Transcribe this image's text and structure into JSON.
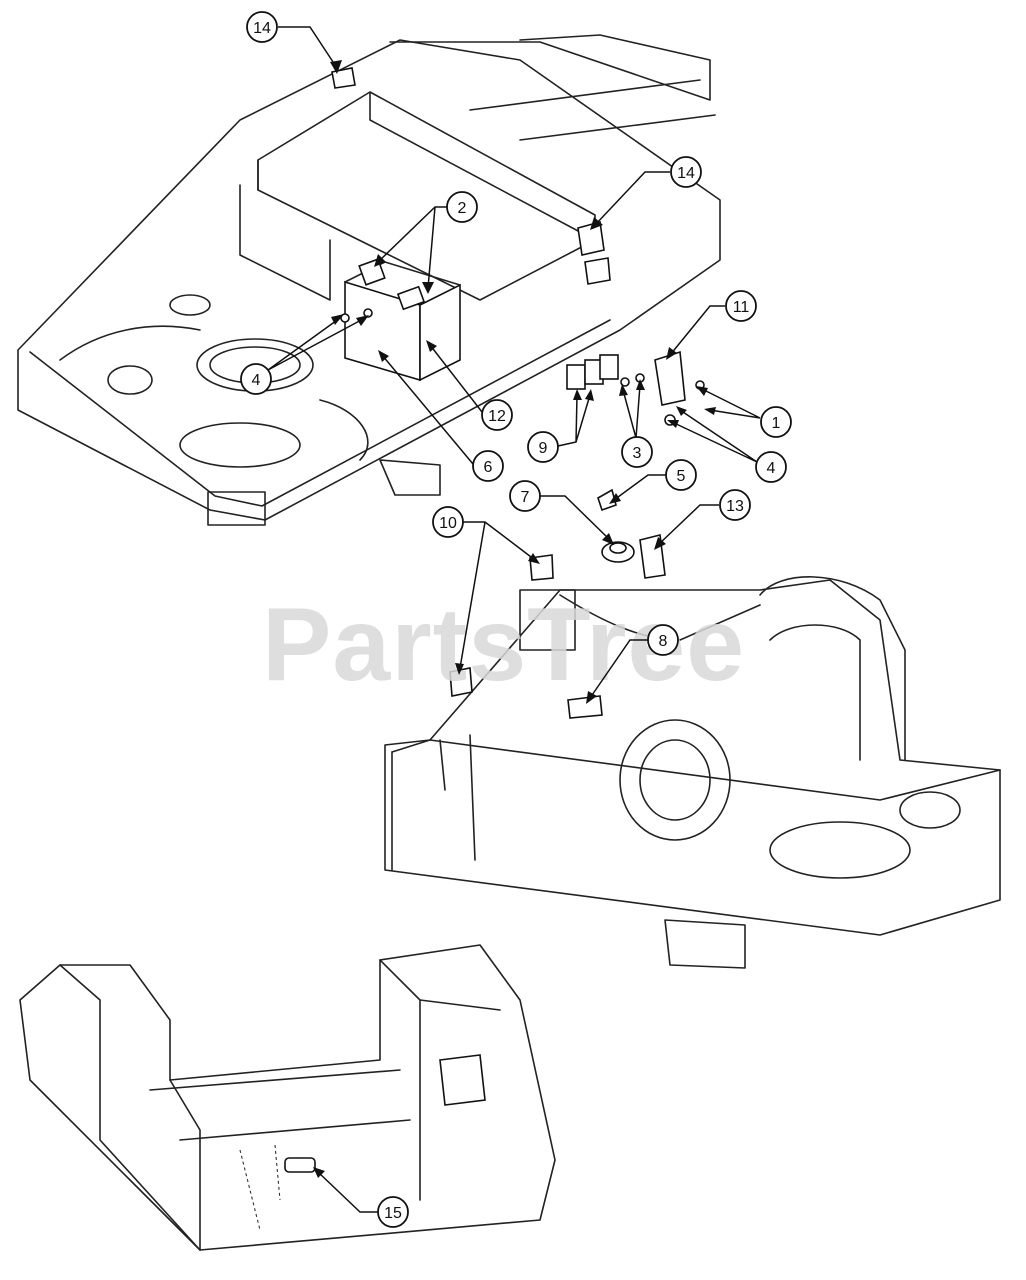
{
  "watermark": "PartsTree",
  "callouts": [
    {
      "id": "c14a",
      "label": "14"
    },
    {
      "id": "c14b",
      "label": "14"
    },
    {
      "id": "c2",
      "label": "2"
    },
    {
      "id": "c4a",
      "label": "4"
    },
    {
      "id": "c12",
      "label": "12"
    },
    {
      "id": "c6",
      "label": "6"
    },
    {
      "id": "c11",
      "label": "11"
    },
    {
      "id": "c1",
      "label": "1"
    },
    {
      "id": "c3",
      "label": "3"
    },
    {
      "id": "c9",
      "label": "9"
    },
    {
      "id": "c4b",
      "label": "4"
    },
    {
      "id": "c5",
      "label": "5"
    },
    {
      "id": "c7",
      "label": "7"
    },
    {
      "id": "c13",
      "label": "13"
    },
    {
      "id": "c10",
      "label": "10"
    },
    {
      "id": "c8",
      "label": "8"
    },
    {
      "id": "c15",
      "label": "15"
    }
  ]
}
